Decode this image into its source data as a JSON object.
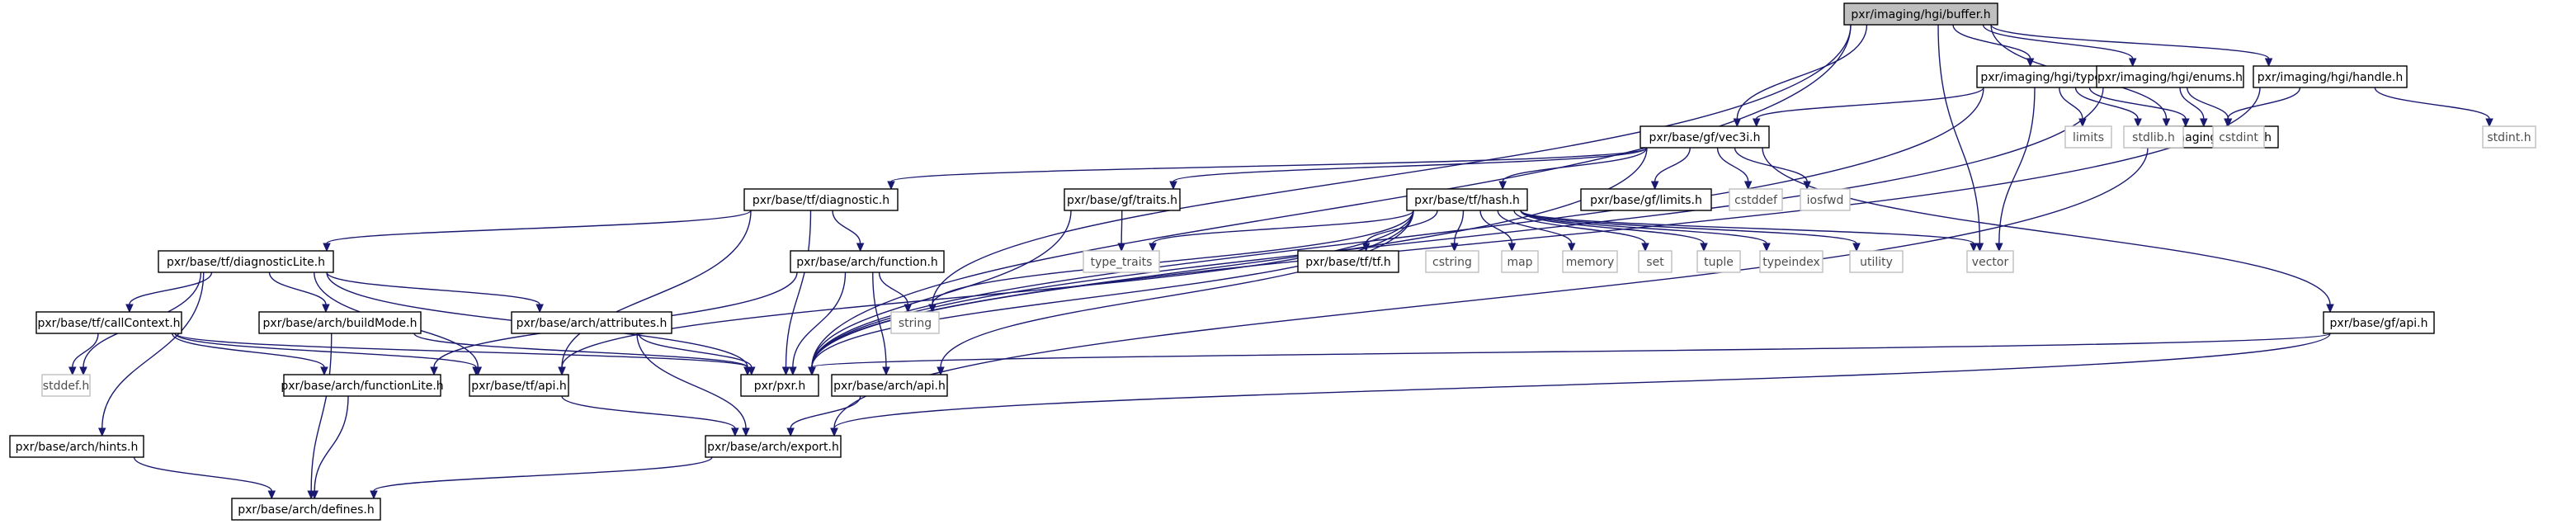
{
  "colors": {
    "edge": "#191970",
    "root_fill": "#bfbfbf",
    "node_border": "#000000",
    "missing_border": "#bfbfbf",
    "missing_text": "#4d4d4d"
  },
  "nodes": [
    {
      "id": "buffer",
      "label": "pxr/imaging/hgi/buffer.h",
      "kind": "root"
    },
    {
      "id": "types",
      "label": "pxr/imaging/hgi/types.h",
      "kind": "normal"
    },
    {
      "id": "enums",
      "label": "pxr/imaging/hgi/enums.h",
      "kind": "normal"
    },
    {
      "id": "handle",
      "label": "pxr/imaging/hgi/handle.h",
      "kind": "normal"
    },
    {
      "id": "hgiapi",
      "label": "pxr/imaging/hgi/api.h",
      "kind": "normal"
    },
    {
      "id": "vec3i",
      "label": "pxr/base/gf/vec3i.h",
      "kind": "normal"
    },
    {
      "id": "limits",
      "label": "limits",
      "kind": "missing"
    },
    {
      "id": "stdlib",
      "label": "stdlib.h",
      "kind": "missing"
    },
    {
      "id": "cstdint",
      "label": "cstdint",
      "kind": "missing"
    },
    {
      "id": "stdint",
      "label": "stdint.h",
      "kind": "missing"
    },
    {
      "id": "diagnostic",
      "label": "pxr/base/tf/diagnostic.h",
      "kind": "normal"
    },
    {
      "id": "gftraits",
      "label": "pxr/base/gf/traits.h",
      "kind": "normal"
    },
    {
      "id": "hash",
      "label": "pxr/base/tf/hash.h",
      "kind": "normal"
    },
    {
      "id": "gflimits",
      "label": "pxr/base/gf/limits.h",
      "kind": "normal"
    },
    {
      "id": "cstddef",
      "label": "cstddef",
      "kind": "missing"
    },
    {
      "id": "iosfwd",
      "label": "iosfwd",
      "kind": "missing"
    },
    {
      "id": "diaglite",
      "label": "pxr/base/tf/diagnosticLite.h",
      "kind": "normal"
    },
    {
      "id": "function",
      "label": "pxr/base/arch/function.h",
      "kind": "normal"
    },
    {
      "id": "type_traits",
      "label": "type_traits",
      "kind": "missing"
    },
    {
      "id": "tftf",
      "label": "pxr/base/tf/tf.h",
      "kind": "normal"
    },
    {
      "id": "cstring",
      "label": "cstring",
      "kind": "missing"
    },
    {
      "id": "map",
      "label": "map",
      "kind": "missing"
    },
    {
      "id": "memory",
      "label": "memory",
      "kind": "missing"
    },
    {
      "id": "set",
      "label": "set",
      "kind": "missing"
    },
    {
      "id": "tuple",
      "label": "tuple",
      "kind": "missing"
    },
    {
      "id": "typeindex",
      "label": "typeindex",
      "kind": "missing"
    },
    {
      "id": "utility",
      "label": "utility",
      "kind": "missing"
    },
    {
      "id": "vector",
      "label": "vector",
      "kind": "missing"
    },
    {
      "id": "string",
      "label": "string",
      "kind": "missing"
    },
    {
      "id": "callcontext",
      "label": "pxr/base/tf/callContext.h",
      "kind": "normal"
    },
    {
      "id": "buildmode",
      "label": "pxr/base/arch/buildMode.h",
      "kind": "normal"
    },
    {
      "id": "attributes",
      "label": "pxr/base/arch/attributes.h",
      "kind": "normal"
    },
    {
      "id": "stddef",
      "label": "stddef.h",
      "kind": "missing"
    },
    {
      "id": "functionlite",
      "label": "pxr/base/arch/functionLite.h",
      "kind": "normal"
    },
    {
      "id": "tfapi",
      "label": "pxr/base/tf/api.h",
      "kind": "normal"
    },
    {
      "id": "pxr",
      "label": "pxr/pxr.h",
      "kind": "normal"
    },
    {
      "id": "archapi",
      "label": "pxr/base/arch/api.h",
      "kind": "normal"
    },
    {
      "id": "gfapi",
      "label": "pxr/base/gf/api.h",
      "kind": "normal"
    },
    {
      "id": "hints",
      "label": "pxr/base/arch/hints.h",
      "kind": "normal"
    },
    {
      "id": "export",
      "label": "pxr/base/arch/export.h",
      "kind": "normal"
    },
    {
      "id": "defines",
      "label": "pxr/base/arch/defines.h",
      "kind": "normal"
    }
  ],
  "edges": [
    {
      "from": "buffer",
      "to": "types"
    },
    {
      "from": "buffer",
      "to": "enums"
    },
    {
      "from": "buffer",
      "to": "handle"
    },
    {
      "from": "buffer",
      "to": "hgiapi"
    },
    {
      "from": "buffer",
      "to": "vec3i"
    },
    {
      "from": "buffer",
      "to": "vector"
    },
    {
      "from": "buffer",
      "to": "string"
    },
    {
      "from": "buffer",
      "to": "pxr"
    },
    {
      "from": "types",
      "to": "vec3i"
    },
    {
      "from": "types",
      "to": "hgiapi"
    },
    {
      "from": "types",
      "to": "limits"
    },
    {
      "from": "types",
      "to": "stdlib"
    },
    {
      "from": "types",
      "to": "vector"
    },
    {
      "from": "types",
      "to": "pxr"
    },
    {
      "from": "enums",
      "to": "hgiapi"
    },
    {
      "from": "enums",
      "to": "cstdint"
    },
    {
      "from": "enums",
      "to": "pxr"
    },
    {
      "from": "handle",
      "to": "hgiapi"
    },
    {
      "from": "handle",
      "to": "stdint"
    },
    {
      "from": "handle",
      "to": "pxr"
    },
    {
      "from": "hgiapi",
      "to": "export"
    },
    {
      "from": "vec3i",
      "to": "diagnostic"
    },
    {
      "from": "vec3i",
      "to": "gftraits"
    },
    {
      "from": "vec3i",
      "to": "hash"
    },
    {
      "from": "vec3i",
      "to": "gflimits"
    },
    {
      "from": "vec3i",
      "to": "cstddef"
    },
    {
      "from": "vec3i",
      "to": "iosfwd"
    },
    {
      "from": "vec3i",
      "to": "gfapi"
    },
    {
      "from": "vec3i",
      "to": "pxr"
    },
    {
      "from": "diagnostic",
      "to": "diaglite"
    },
    {
      "from": "diagnostic",
      "to": "function"
    },
    {
      "from": "diagnostic",
      "to": "tfapi"
    },
    {
      "from": "diagnostic",
      "to": "pxr"
    },
    {
      "from": "gftraits",
      "to": "type_traits"
    },
    {
      "from": "gftraits",
      "to": "pxr"
    },
    {
      "from": "hash",
      "to": "type_traits"
    },
    {
      "from": "hash",
      "to": "tftf"
    },
    {
      "from": "hash",
      "to": "cstring"
    },
    {
      "from": "hash",
      "to": "map"
    },
    {
      "from": "hash",
      "to": "memory"
    },
    {
      "from": "hash",
      "to": "set"
    },
    {
      "from": "hash",
      "to": "tuple"
    },
    {
      "from": "hash",
      "to": "typeindex"
    },
    {
      "from": "hash",
      "to": "utility"
    },
    {
      "from": "hash",
      "to": "vector"
    },
    {
      "from": "hash",
      "to": "string"
    },
    {
      "from": "hash",
      "to": "tfapi"
    },
    {
      "from": "hash",
      "to": "pxr"
    },
    {
      "from": "hash",
      "to": "archapi"
    },
    {
      "from": "diaglite",
      "to": "callcontext"
    },
    {
      "from": "diaglite",
      "to": "buildmode"
    },
    {
      "from": "diaglite",
      "to": "attributes"
    },
    {
      "from": "diaglite",
      "to": "stddef"
    },
    {
      "from": "diaglite",
      "to": "hints"
    },
    {
      "from": "diaglite",
      "to": "tfapi"
    },
    {
      "from": "diaglite",
      "to": "pxr"
    },
    {
      "from": "function",
      "to": "functionlite"
    },
    {
      "from": "function",
      "to": "string"
    },
    {
      "from": "function",
      "to": "archapi"
    },
    {
      "from": "function",
      "to": "pxr"
    },
    {
      "from": "callcontext",
      "to": "stddef"
    },
    {
      "from": "callcontext",
      "to": "functionlite"
    },
    {
      "from": "callcontext",
      "to": "tfapi"
    },
    {
      "from": "callcontext",
      "to": "pxr"
    },
    {
      "from": "buildmode",
      "to": "defines"
    },
    {
      "from": "buildmode",
      "to": "pxr"
    },
    {
      "from": "attributes",
      "to": "export"
    },
    {
      "from": "attributes",
      "to": "pxr"
    },
    {
      "from": "functionlite",
      "to": "defines"
    },
    {
      "from": "tfapi",
      "to": "export"
    },
    {
      "from": "archapi",
      "to": "export"
    },
    {
      "from": "gfapi",
      "to": "export"
    },
    {
      "from": "gfapi",
      "to": "pxr"
    },
    {
      "from": "hints",
      "to": "defines"
    },
    {
      "from": "export",
      "to": "defines"
    }
  ]
}
